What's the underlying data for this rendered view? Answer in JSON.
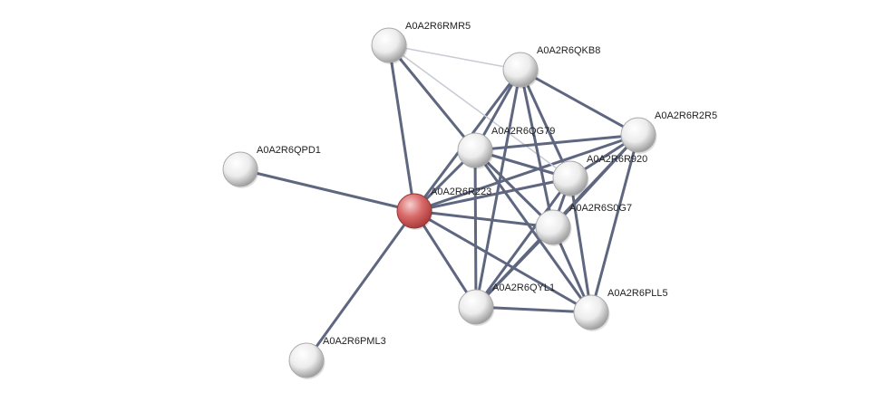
{
  "colors": {
    "edge_strong": "#5e6680",
    "edge_weak": "#c8cad4",
    "node_default": "#ffffff",
    "node_default_shadow": "#9c9c9c",
    "node_query": "#e8a0a0",
    "node_query_shadow": "#a83a3a",
    "label": "#222222"
  },
  "nodes": [
    {
      "id": "A0A2R6RMR5",
      "label": "A0A2R6RMR5",
      "query": false
    },
    {
      "id": "A0A2R6QKB8",
      "label": "A0A2R6QKB8",
      "query": false
    },
    {
      "id": "A0A2R6R2R5",
      "label": "A0A2R6R2R5",
      "query": false
    },
    {
      "id": "A0A2R6QG79",
      "label": "A0A2R6QG79",
      "query": false
    },
    {
      "id": "A0A2R6R920",
      "label": "A0A2R6R920",
      "query": false
    },
    {
      "id": "A0A2R6QPD1",
      "label": "A0A2R6QPD1",
      "query": false
    },
    {
      "id": "A0A2R6R223",
      "label": "A0A2R6R223",
      "query": true
    },
    {
      "id": "A0A2R6S0G7",
      "label": "A0A2R6S0G7",
      "query": false
    },
    {
      "id": "A0A2R6QYL1",
      "label": "A0A2R6QYL1",
      "query": false
    },
    {
      "id": "A0A2R6PLL5",
      "label": "A0A2R6PLL5",
      "query": false
    },
    {
      "id": "A0A2R6PML3",
      "label": "A0A2R6PML3",
      "query": false
    }
  ],
  "edges": [
    {
      "source": "A0A2R6R223",
      "target": "A0A2R6QPD1",
      "strength": "strong"
    },
    {
      "source": "A0A2R6R223",
      "target": "A0A2R6PML3",
      "strength": "strong"
    },
    {
      "source": "A0A2R6R223",
      "target": "A0A2R6RMR5",
      "strength": "strong"
    },
    {
      "source": "A0A2R6R223",
      "target": "A0A2R6QKB8",
      "strength": "strong"
    },
    {
      "source": "A0A2R6R223",
      "target": "A0A2R6QG79",
      "strength": "strong"
    },
    {
      "source": "A0A2R6R223",
      "target": "A0A2R6R2R5",
      "strength": "strong"
    },
    {
      "source": "A0A2R6R223",
      "target": "A0A2R6R920",
      "strength": "strong"
    },
    {
      "source": "A0A2R6R223",
      "target": "A0A2R6S0G7",
      "strength": "strong"
    },
    {
      "source": "A0A2R6R223",
      "target": "A0A2R6QYL1",
      "strength": "strong"
    },
    {
      "source": "A0A2R6R223",
      "target": "A0A2R6PLL5",
      "strength": "strong"
    },
    {
      "source": "A0A2R6RMR5",
      "target": "A0A2R6QG79",
      "strength": "strong"
    },
    {
      "source": "A0A2R6RMR5",
      "target": "A0A2R6QKB8",
      "strength": "weak"
    },
    {
      "source": "A0A2R6RMR5",
      "target": "A0A2R6R920",
      "strength": "weak"
    },
    {
      "source": "A0A2R6QKB8",
      "target": "A0A2R6QG79",
      "strength": "strong"
    },
    {
      "source": "A0A2R6QKB8",
      "target": "A0A2R6R2R5",
      "strength": "strong"
    },
    {
      "source": "A0A2R6QKB8",
      "target": "A0A2R6R920",
      "strength": "strong"
    },
    {
      "source": "A0A2R6QKB8",
      "target": "A0A2R6S0G7",
      "strength": "strong"
    },
    {
      "source": "A0A2R6QKB8",
      "target": "A0A2R6QYL1",
      "strength": "strong"
    },
    {
      "source": "A0A2R6R2R5",
      "target": "A0A2R6QG79",
      "strength": "strong"
    },
    {
      "source": "A0A2R6R2R5",
      "target": "A0A2R6R920",
      "strength": "strong"
    },
    {
      "source": "A0A2R6R2R5",
      "target": "A0A2R6S0G7",
      "strength": "strong"
    },
    {
      "source": "A0A2R6R2R5",
      "target": "A0A2R6QYL1",
      "strength": "strong"
    },
    {
      "source": "A0A2R6R2R5",
      "target": "A0A2R6PLL5",
      "strength": "strong"
    },
    {
      "source": "A0A2R6QG79",
      "target": "A0A2R6R920",
      "strength": "strong"
    },
    {
      "source": "A0A2R6QG79",
      "target": "A0A2R6S0G7",
      "strength": "strong"
    },
    {
      "source": "A0A2R6QG79",
      "target": "A0A2R6QYL1",
      "strength": "strong"
    },
    {
      "source": "A0A2R6QG79",
      "target": "A0A2R6PLL5",
      "strength": "strong"
    },
    {
      "source": "A0A2R6R920",
      "target": "A0A2R6S0G7",
      "strength": "strong"
    },
    {
      "source": "A0A2R6R920",
      "target": "A0A2R6QYL1",
      "strength": "strong"
    },
    {
      "source": "A0A2R6R920",
      "target": "A0A2R6PLL5",
      "strength": "strong"
    },
    {
      "source": "A0A2R6S0G7",
      "target": "A0A2R6QYL1",
      "strength": "strong"
    },
    {
      "source": "A0A2R6S0G7",
      "target": "A0A2R6PLL5",
      "strength": "strong"
    },
    {
      "source": "A0A2R6QYL1",
      "target": "A0A2R6PLL5",
      "strength": "strong"
    }
  ]
}
